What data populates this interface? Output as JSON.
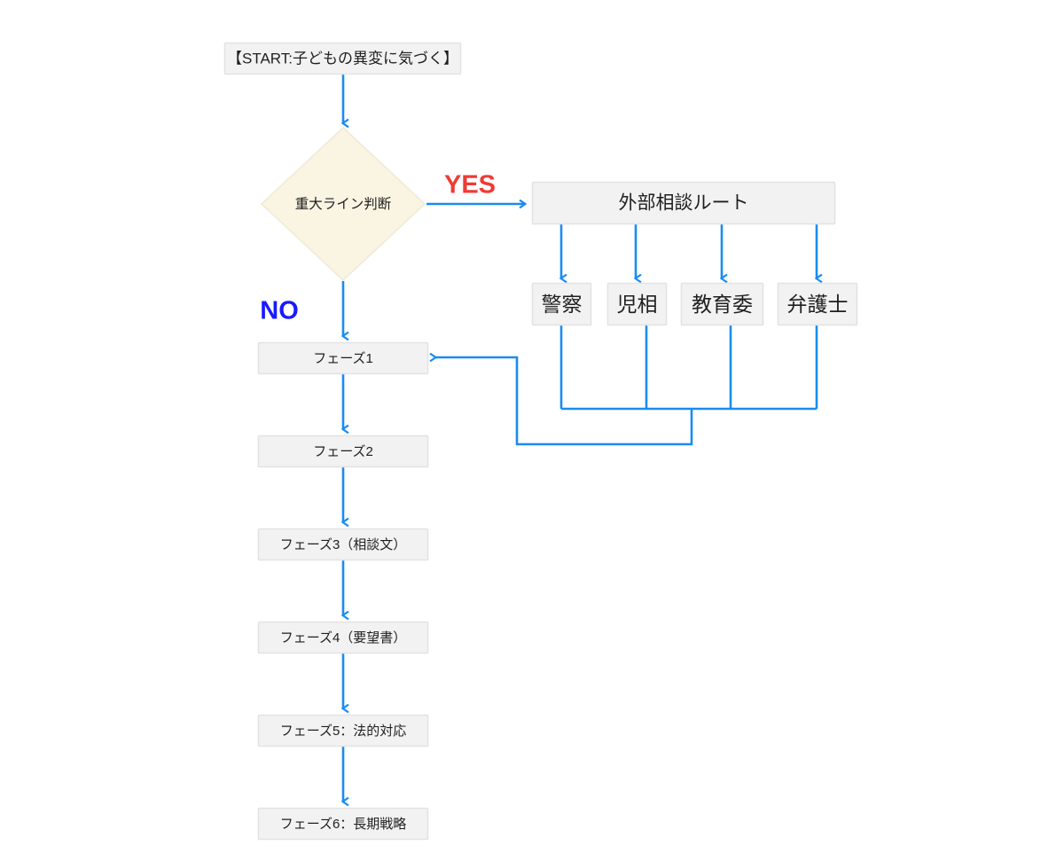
{
  "diagram": {
    "title_node": {
      "label": "【START:子どもの異変に気づく】"
    },
    "decision": {
      "label": "重大ライン判断"
    },
    "branches": {
      "yes_label": "YES",
      "no_label": "NO"
    },
    "external_route": {
      "label": "外部相談ルート"
    },
    "agencies": [
      {
        "label": "警察"
      },
      {
        "label": "児相"
      },
      {
        "label": "教育委"
      },
      {
        "label": "弁護士"
      }
    ],
    "phases": [
      {
        "label": "フェーズ1"
      },
      {
        "label": "フェーズ2"
      },
      {
        "label": "フェーズ3（相談文）"
      },
      {
        "label": "フェーズ4（要望書）"
      },
      {
        "label": "フェーズ5：法的対応"
      },
      {
        "label": "フェーズ6：長期戦略"
      }
    ],
    "colors": {
      "edge": "#1a8cf0",
      "node_fill": "#f2f2f2",
      "node_border": "#e3e3e3",
      "decision_fill": "#faf4e3",
      "yes": "#ef3b36",
      "no": "#1a1aff",
      "text": "#1f1f1f",
      "background": "#ffffff"
    }
  }
}
